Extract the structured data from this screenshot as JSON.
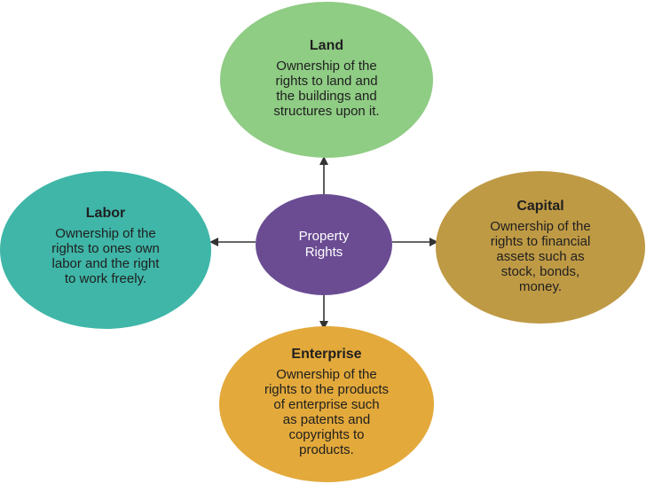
{
  "center": {
    "label": "Property\nRights",
    "color": "#6b4c93"
  },
  "nodes": {
    "land": {
      "title": "Land",
      "text": "Ownership of the\nrights to land and\nthe buildings and\nstructures upon it.",
      "color": "#8fcc84"
    },
    "labor": {
      "title": "Labor",
      "text": "Ownership of the\nrights to ones own\nlabor and the right\nto work freely.",
      "color": "#3fb6a8"
    },
    "capital": {
      "title": "Capital",
      "text": "Ownership of the\nrights to financial\nassets such as\nstock, bonds,\nmoney.",
      "color": "#bf9a45"
    },
    "enterprise": {
      "title": "Enterprise",
      "text": "Ownership of the\nrights to the products\nof enterprise such\nas patents and\ncopyrights to\nproducts.",
      "color": "#e3a93b"
    }
  },
  "arrow_color": "#333333"
}
